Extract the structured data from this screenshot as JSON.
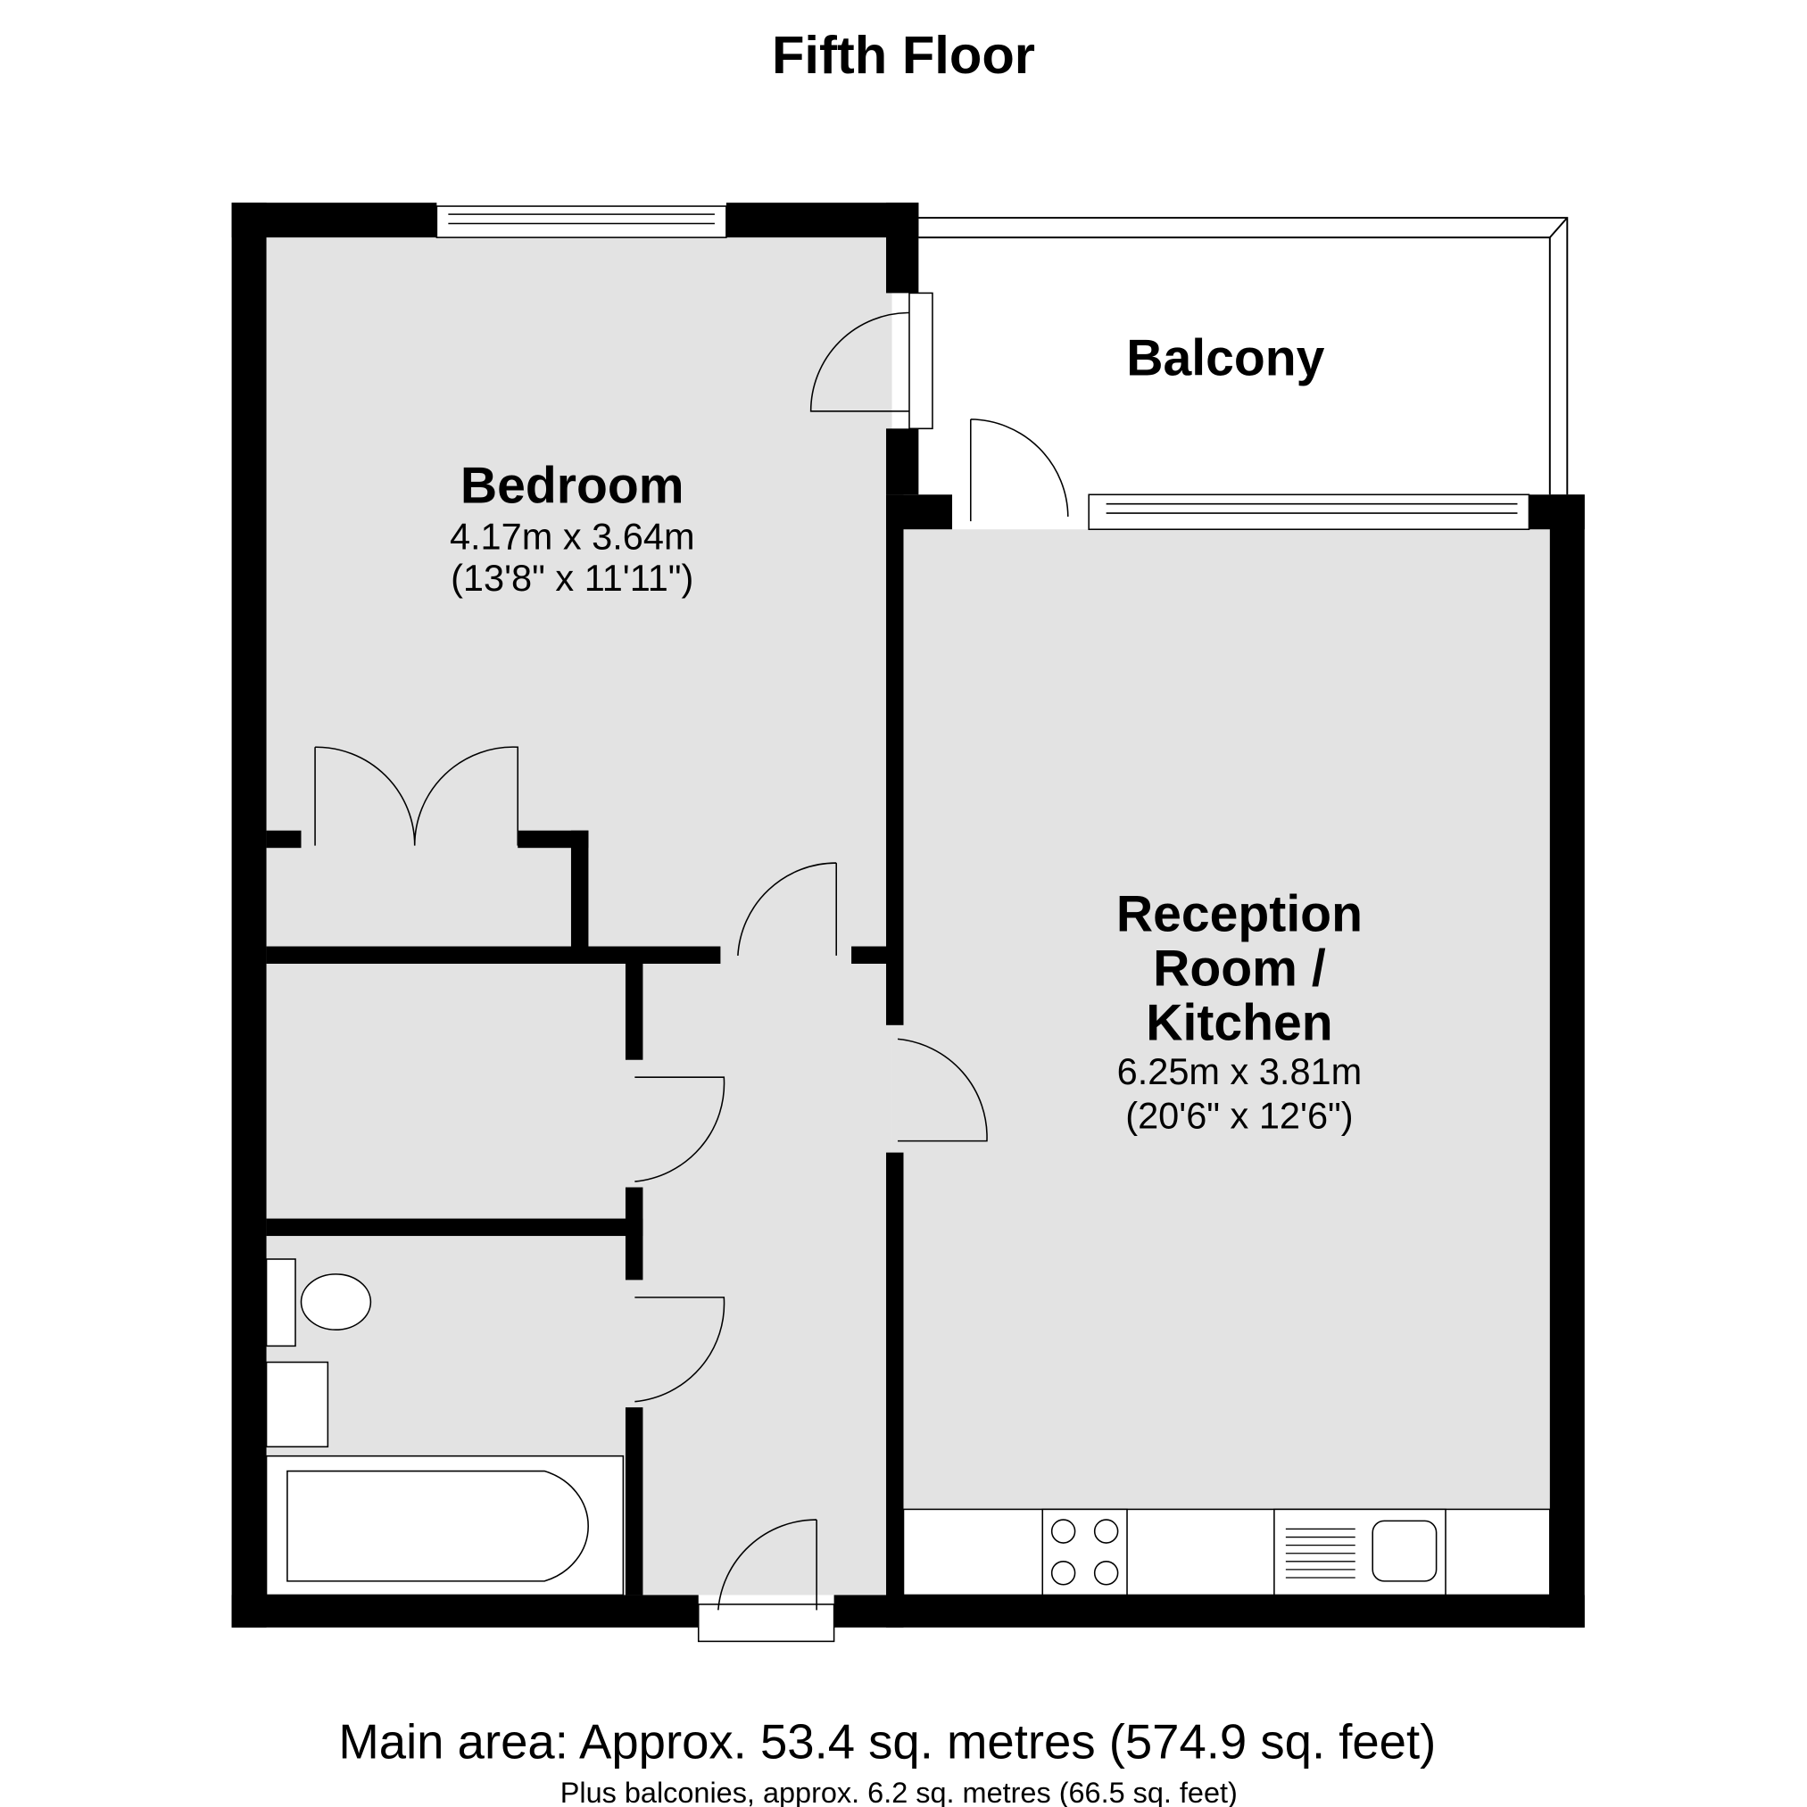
{
  "title": "Fifth Floor",
  "rooms": {
    "bedroom": {
      "name": "Bedroom",
      "metric": "4.17m x 3.64m",
      "imperial": "(13'8\" x 11'11\")"
    },
    "balcony": {
      "name": "Balcony"
    },
    "reception": {
      "name_lines": [
        "Reception",
        "Room /",
        "Kitchen"
      ],
      "metric": "6.25m x 3.81m",
      "imperial": "(20'6\" x 12'6\")"
    }
  },
  "footer": {
    "main_area": "Main area: Approx. 53.4 sq. metres (574.9 sq. feet)",
    "balconies": "Plus balconies, approx. 6.2 sq. metres (66.5 sq. feet)"
  },
  "colors": {
    "wall": "#000000",
    "floor": "#e3e3e3",
    "background": "#ffffff"
  }
}
